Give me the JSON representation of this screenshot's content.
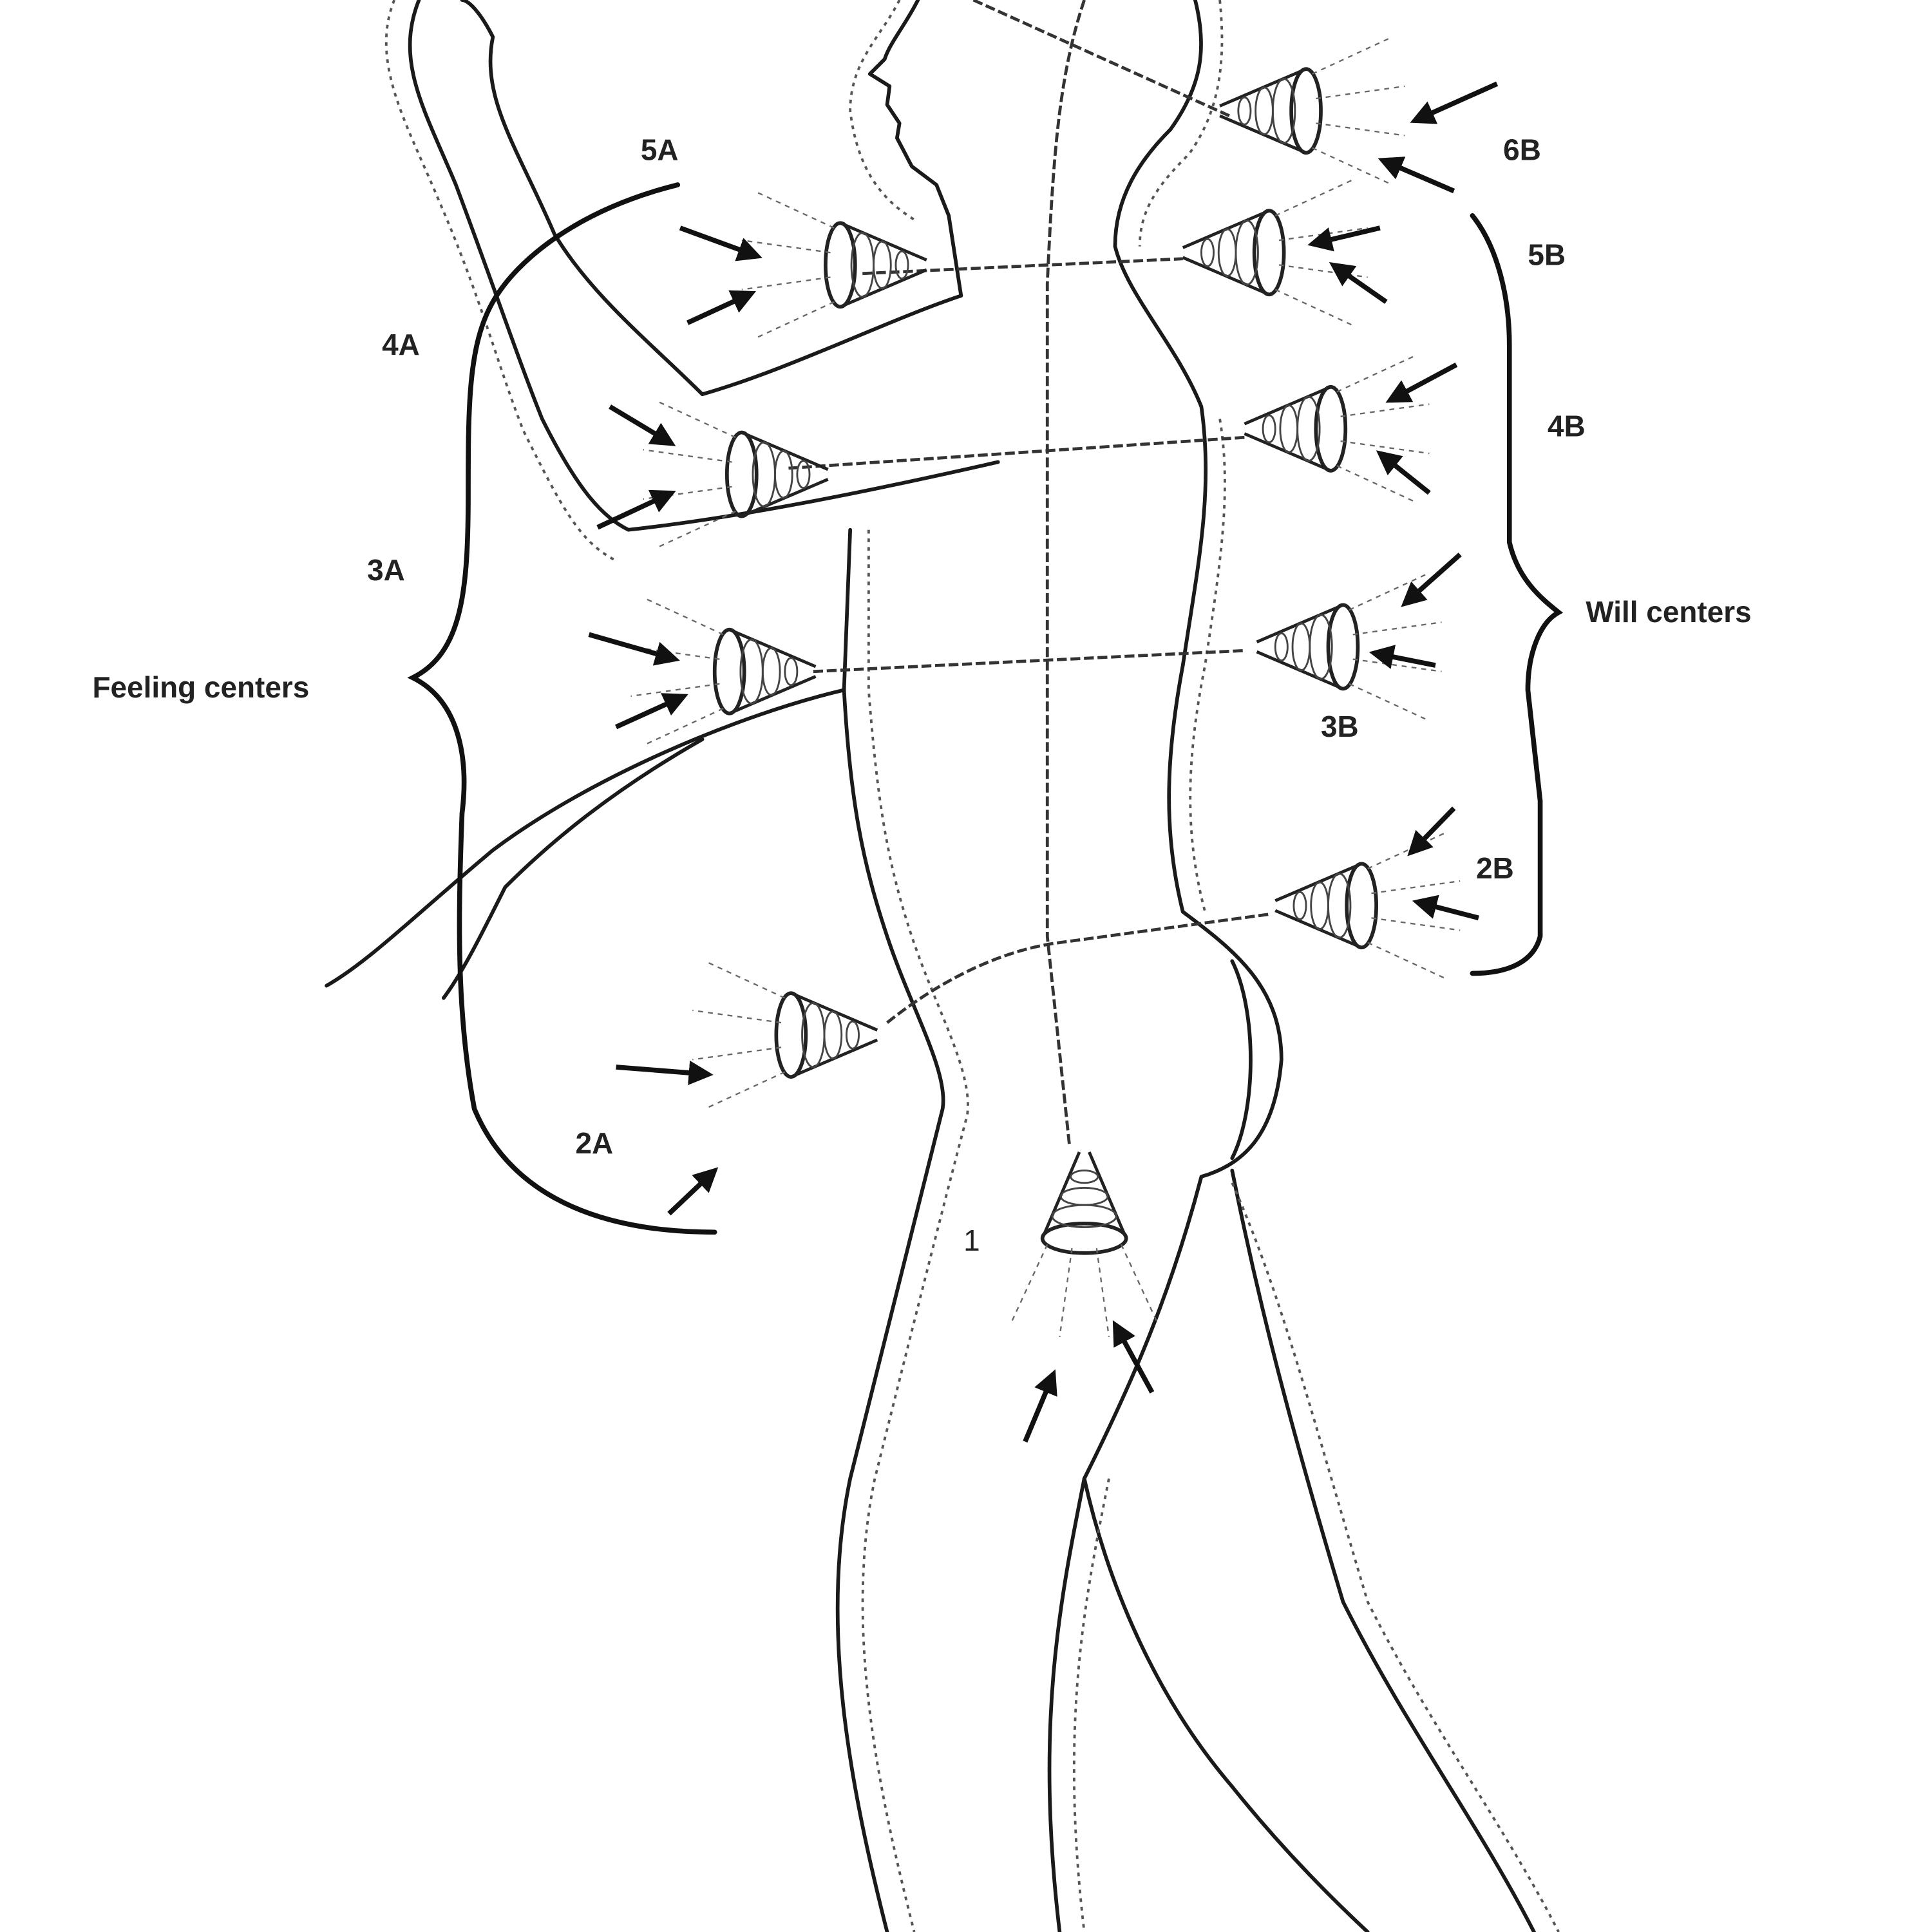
{
  "diagram": {
    "feeling_label": "Feeling centers",
    "will_label": "Will centers",
    "front_centers": [
      "5A",
      "4A",
      "3A",
      "2A"
    ],
    "back_centers": [
      "6B",
      "5B",
      "4B",
      "3B",
      "2B"
    ],
    "root_center": "1"
  }
}
